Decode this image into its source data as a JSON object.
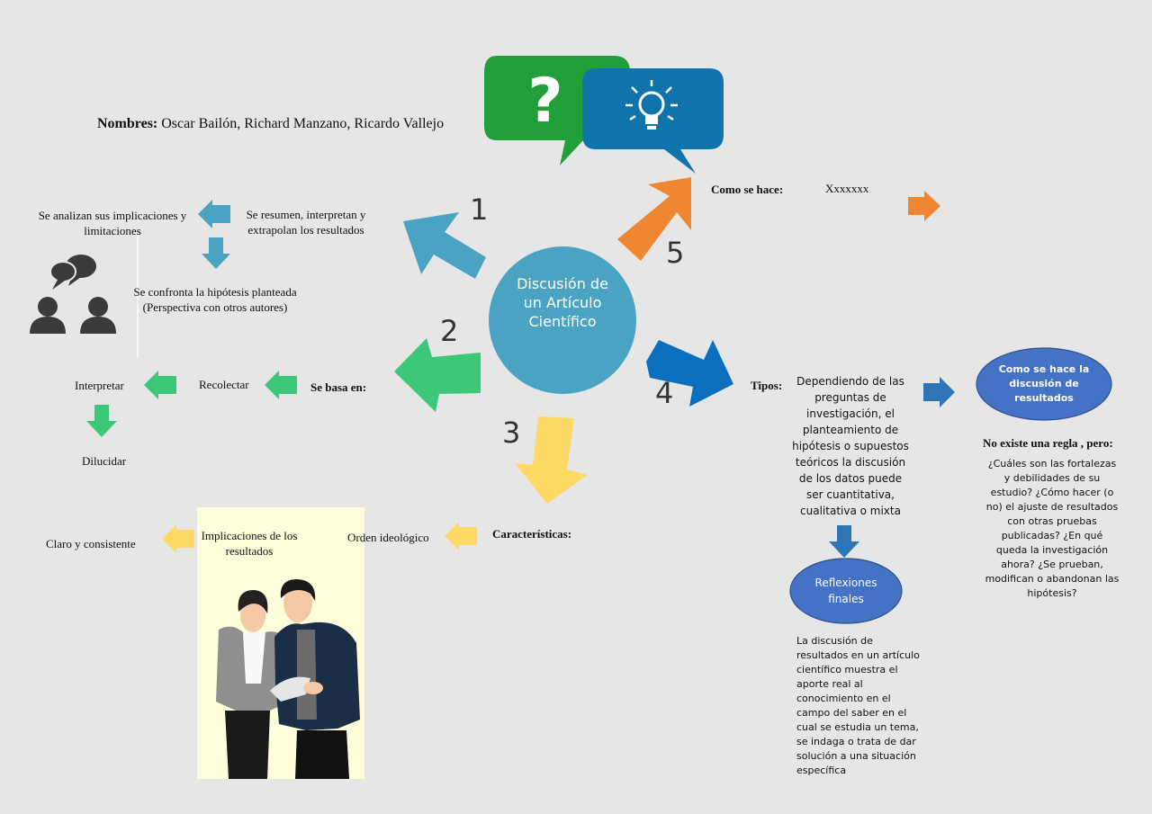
{
  "header": {
    "names_label": "Nombres:",
    "names_value": " Oscar Bailón, Richard Manzano, Ricardo Vallejo"
  },
  "center": {
    "title": "Discusión de un Artículo Científico"
  },
  "numbers": [
    "1",
    "2",
    "3",
    "4",
    "5"
  ],
  "branch1": {
    "main": "Se resumen, interpretan y extrapolan los resultados",
    "left": "Se analizan sus implicaciones y limitaciones",
    "down": "Se confronta la hipótesis planteada (Perspectiva con otros autores)"
  },
  "branch2": {
    "label": "Se basa en:",
    "items": [
      "Recolectar",
      "Interpretar",
      "Dilucidar"
    ]
  },
  "branch3": {
    "label": "Características:",
    "items": [
      "Orden ideológico",
      "Implicaciones de los resultados",
      "Claro y consistente"
    ]
  },
  "branch4": {
    "label": "Tipos:",
    "description": "Dependiendo de las preguntas de investigación, el planteamiento de hipótesis o supuestos teóricos la discusión de los datos puede ser cuantitativa, cualitativa o mixta",
    "ellipse_how": "Como se hace la discusión de resultados",
    "no_rule": "No existe una regla , pero:",
    "questions": "¿Cuáles son las fortalezas y debilidades de su estudio? ¿Cómo hacer (o no) el ajuste de resultados con otras pruebas publicadas? ¿En qué queda la investigación ahora? ¿Se prueban, modifican o abandonan las hipótesis?",
    "ellipse_final": "Reflexiones finales",
    "final_text": "La discusión de resultados en un artículo científico muestra el aporte real al conocimiento en el campo del saber en el cual se estudia un tema, se indaga o trata de dar solución a una situación específica"
  },
  "branch5": {
    "label": "Como se hace:",
    "value": "Xxxxxxx"
  },
  "icons": [
    "question-bubble-icon",
    "lightbulb-bubble-icon",
    "people-chat-icon",
    "business-people-illustration"
  ],
  "colors": {
    "background": "#e6e6e6",
    "center_circle": "#4ba3c3",
    "arrow_blue_light": "#4ba3c3",
    "arrow_green": "#3cc878",
    "arrow_yellow": "#ffd966",
    "arrow_blue_dark": "#0b6fbf",
    "arrow_orange": "#ef8632",
    "ellipse_blue": "#4472c4",
    "bubble_green": "#21a03a",
    "bubble_blue": "#1173ac"
  }
}
